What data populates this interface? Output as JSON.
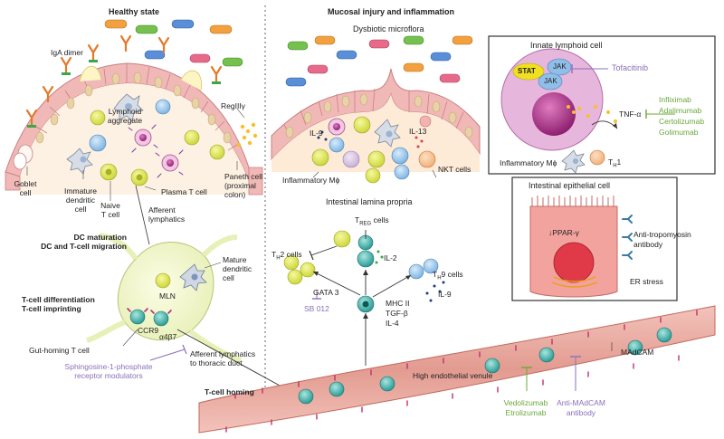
{
  "headings": {
    "healthy": "Healthy state",
    "injury": "Mucosal injury and inflammation",
    "dysbiotic": "Dysbiotic microflora",
    "lamina_propria": "Intestinal lamina propria"
  },
  "healthy_labels": {
    "iga": "IgA dimer",
    "lymphoid_1": "Lymphoid",
    "lymphoid_2": "aggregate",
    "regiii": "RegIIIγ",
    "goblet_1": "Goblet",
    "goblet_2": "cell",
    "immature_1": "Immature",
    "immature_2": "dendritic",
    "immature_3": "cell",
    "naive_1": "Naive",
    "naive_2": "T cell",
    "plasma": "Plasma T cell",
    "paneth_1": "Paneth cell",
    "paneth_2": "(proximal",
    "paneth_3": "colon)",
    "afferent_1": "Afferent",
    "afferent_2": "lymphatics",
    "dc_maturation": "DC maturation",
    "dc_migration": "DC and T-cell migration",
    "mature_1": "Mature",
    "mature_2": "dendritic",
    "mature_3": "cell",
    "mln": "MLN",
    "tcell_diff": "T-cell differentiation",
    "tcell_imprint": "T-cell imprinting",
    "ccr9": "CCR9",
    "a4b7": "α4β7",
    "gut_homing": "Gut-homing T cell",
    "afferent_thoracic_1": "Afferent lymphatics",
    "afferent_thoracic_2": "to thoracic duct",
    "s1p_1": "Sphingosine-1-phosphate",
    "s1p_2": "receptor modulators",
    "tcell_homing": "T-cell homing"
  },
  "injury_labels": {
    "il9": "IL-9",
    "il13": "IL-13",
    "inflammatory_mphi": "Inflammatory Mϕ",
    "nkt": "NKT cells",
    "treg": "T",
    "treg_sub": "REG",
    "treg_suffix": " cells",
    "th2": "T",
    "th2_sub": "H",
    "th2_suffix": "2 cells",
    "il2": "IL-2",
    "th9": "T",
    "th9_sub": "H",
    "th9_suffix": "9 cells",
    "il9_lp": "IL-9",
    "gata3": "GATA 3",
    "sb012": "SB 012",
    "mhc": "MHC II",
    "tgf": "TGF-β",
    "il4": "IL-4",
    "hev": "High endothelial venule",
    "madcam": "MAdCAM",
    "vedolizumab": "Vedolizumab",
    "etrolizumab": "Etrolizumab",
    "anti_madcam_1": "Anti-MAdCAM",
    "anti_madcam_2": "antibody"
  },
  "ilc_box": {
    "title": "Innate lymphoid cell",
    "stat": "STAT",
    "jak1": "JAK",
    "jak2": "JAK",
    "tofacitinib": "Tofacitinib",
    "tnf": "TNF-α",
    "drugs": [
      "Infliximab",
      "Adalimumab",
      "Certolizumab",
      "Golimumab"
    ],
    "mphi": "Inflammatory Mϕ",
    "th1": "T",
    "th1_sub": "H",
    "th1_suffix": "1"
  },
  "iec_box": {
    "title": "Intestinal epithelial cell",
    "ppar": "↓PPAR-γ",
    "anti_trop_1": "Anti-tropomyosin",
    "anti_trop_2": "antibody",
    "er": "ER stress"
  },
  "colors": {
    "epithelium": "#f0b9b8",
    "nucleus": "#e8d2a8",
    "lamina": "#faebd7",
    "vessel": "#e9a79e",
    "vessel_core": "#d98a80",
    "t_cell_yellow": "#dfe84a",
    "t_cell_blue": "#9ec8ea",
    "gut_homing": "#2a9b95",
    "drug_green": "#6aa83a",
    "drug_purple": "#8a70b8",
    "ilc_cell": "#e6b6dc",
    "magenta_nucleus": "#b0358c",
    "iec_cell": "#f3a39e"
  }
}
